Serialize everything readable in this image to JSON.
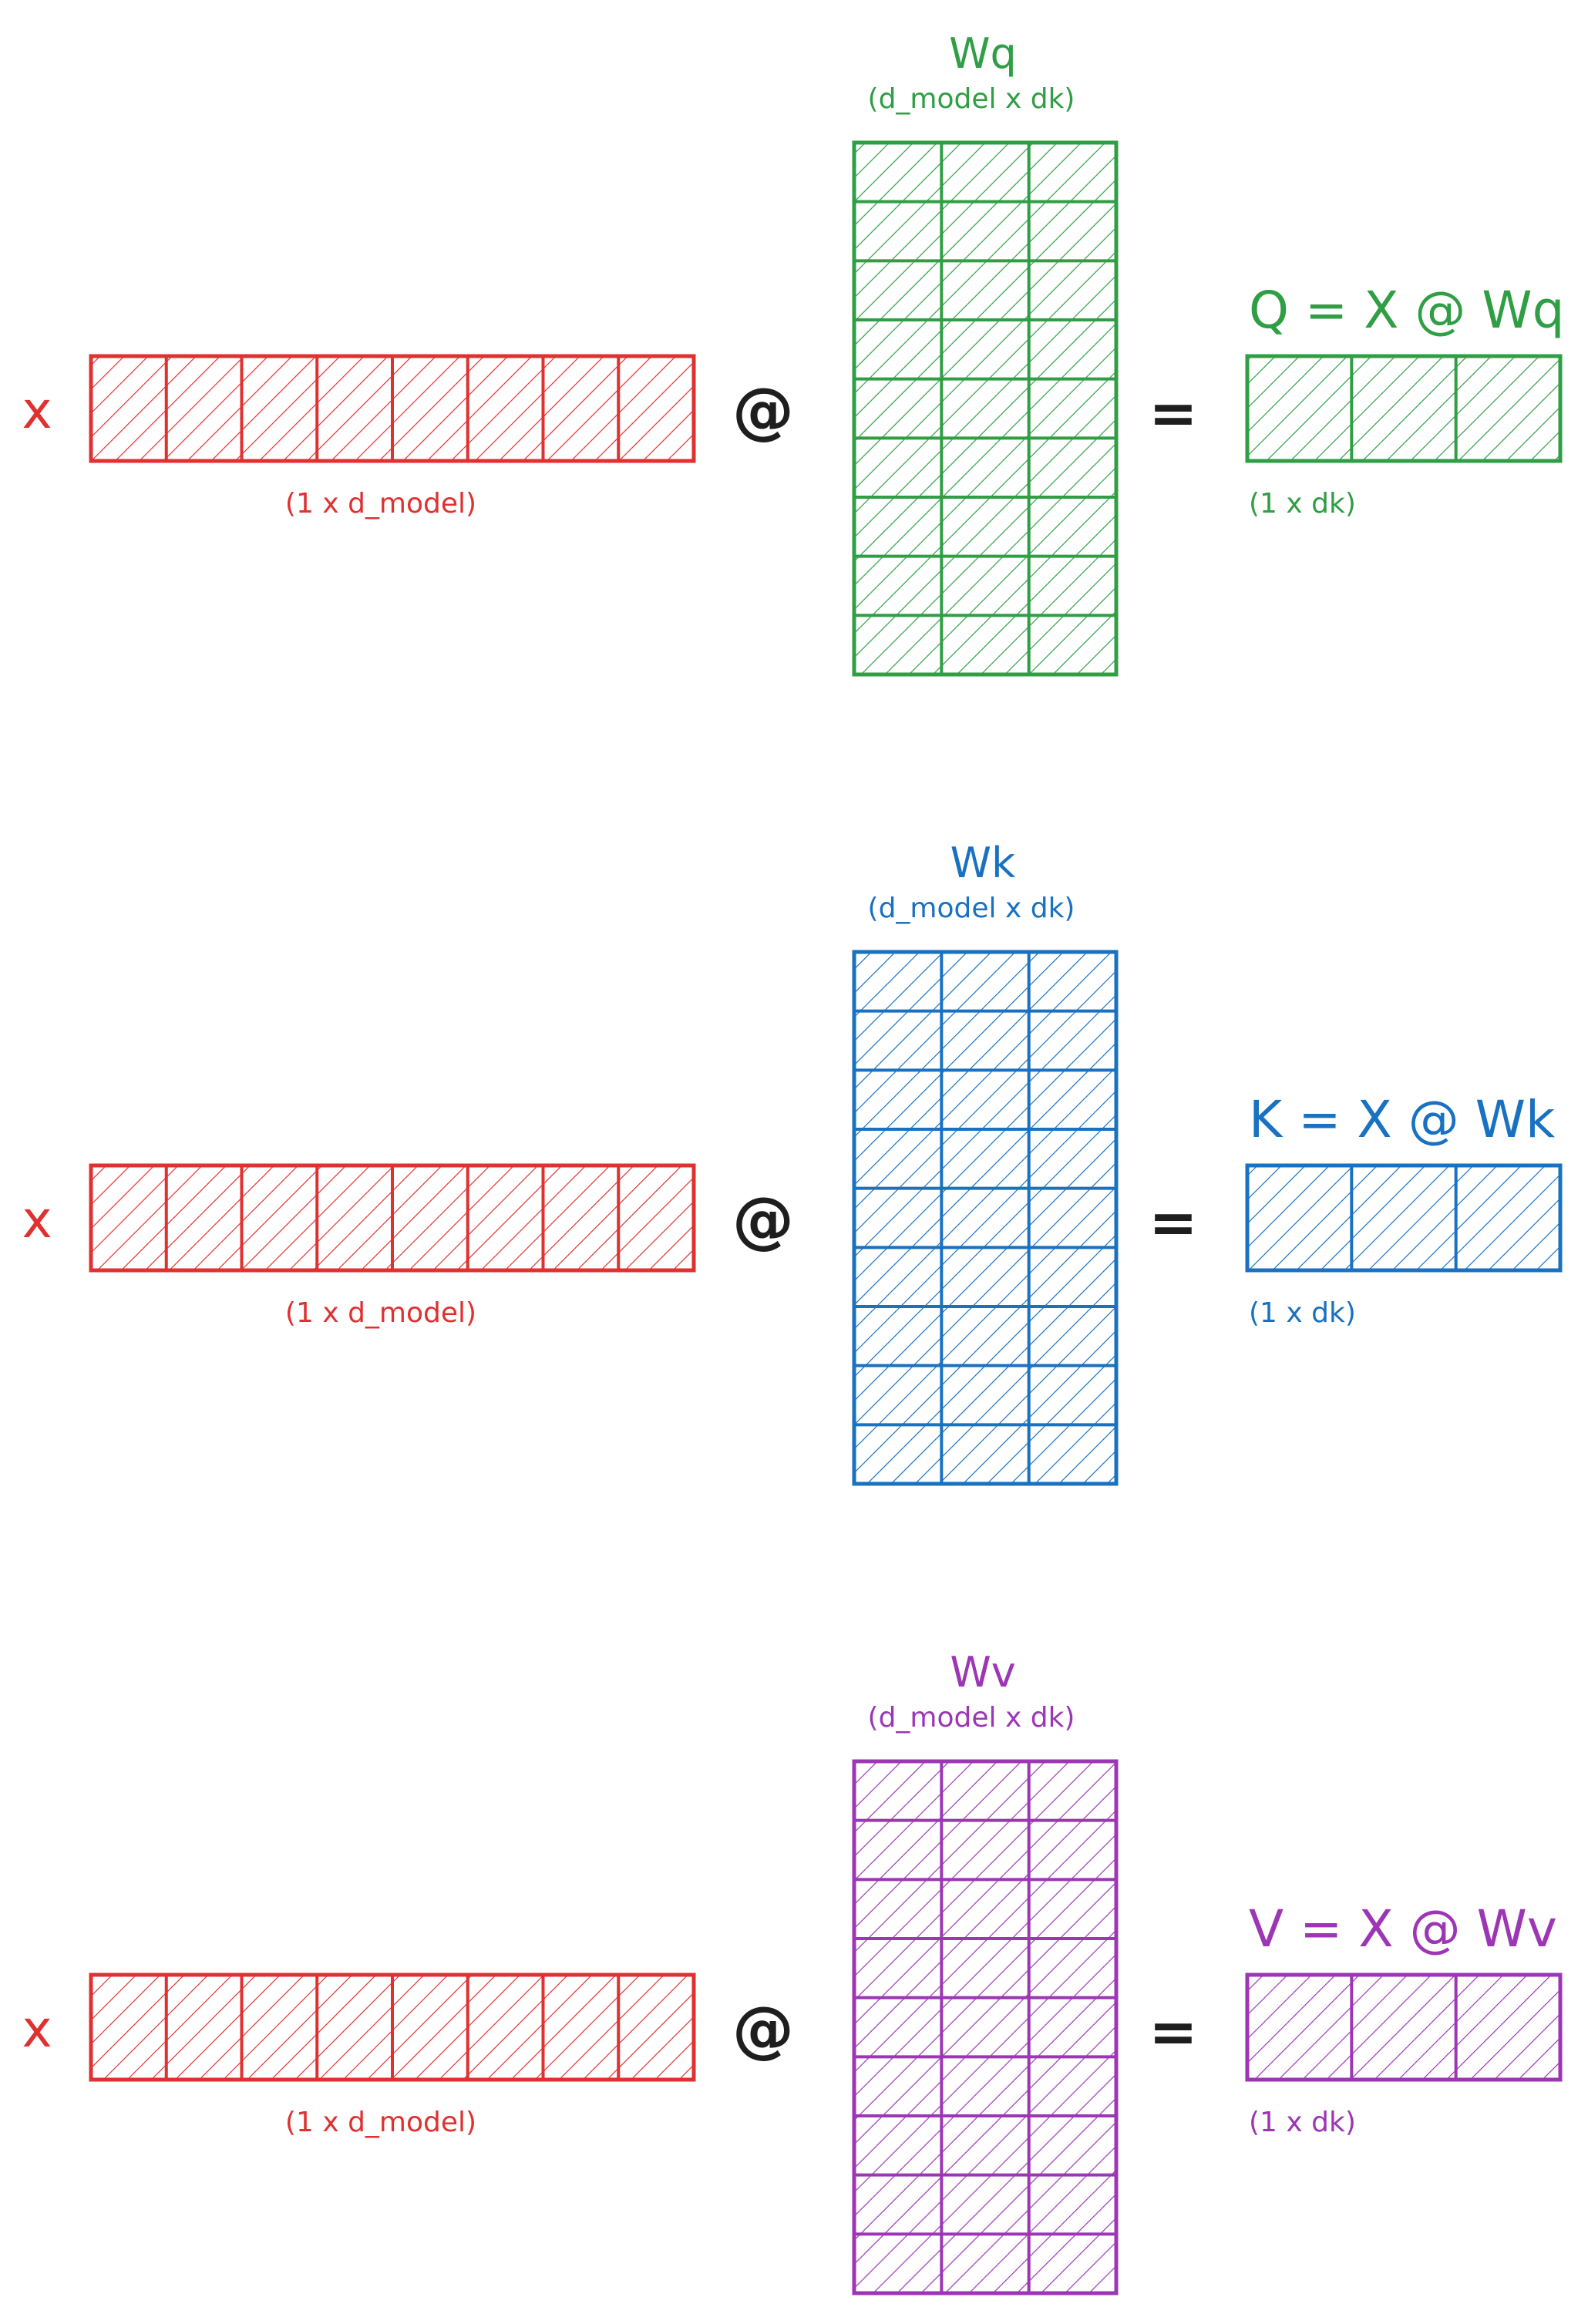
{
  "colors": {
    "x": "#e03131",
    "q": "#2f9e44",
    "k": "#1971c2",
    "v": "#9c36b5",
    "ink": "#1e1e1e",
    "background": "#ffffff"
  },
  "x_vector": {
    "rows": 1,
    "cols": 8
  },
  "weight_matrix": {
    "rows": 9,
    "cols": 3
  },
  "output_vector": {
    "rows": 1,
    "cols": 3
  },
  "operators": {
    "matmul": "@",
    "equals": "="
  },
  "rows": [
    {
      "key": "q",
      "x_label": "x",
      "x_shape": "(1 x d_model)",
      "weight_name": "Wq",
      "weight_shape": "(d_model x dk)",
      "result_formula": "Q = X @ Wq",
      "result_shape": "(1 x dk)"
    },
    {
      "key": "k",
      "x_label": "x",
      "x_shape": "(1 x d_model)",
      "weight_name": "Wk",
      "weight_shape": "(d_model x dk)",
      "result_formula": "K = X @ Wk",
      "result_shape": "(1 x dk)"
    },
    {
      "key": "v",
      "x_label": "x",
      "x_shape": "(1 x d_model)",
      "weight_name": "Wv",
      "weight_shape": "(d_model x dk)",
      "result_formula": "V = X @ Wv",
      "result_shape": "(1 x dk)"
    }
  ]
}
